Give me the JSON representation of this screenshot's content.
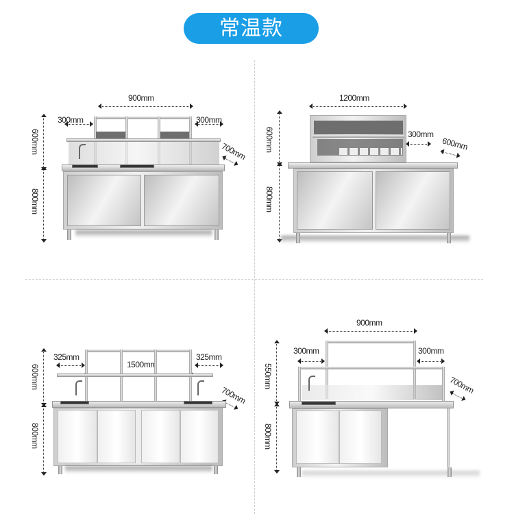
{
  "title": "常温款",
  "accent_color": "#1a9ee6",
  "panels": [
    {
      "width": "900mm",
      "left_side": "300mm",
      "right_side": "300mm",
      "depth": "700mm",
      "upper_height": "600mm",
      "lower_height": "800mm"
    },
    {
      "width": "1200mm",
      "side": "300mm",
      "depth": "600mm",
      "upper_height": "600mm",
      "lower_height": "800mm"
    },
    {
      "width": "1500mm",
      "left_side": "325mm",
      "right_side": "325mm",
      "depth": "700mm",
      "upper_height": "600mm",
      "lower_height": "800mm"
    },
    {
      "width": "900mm",
      "left_side": "300mm",
      "right_side": "300mm",
      "depth": "700mm",
      "upper_height": "550mm",
      "lower_height": "800mm"
    }
  ]
}
